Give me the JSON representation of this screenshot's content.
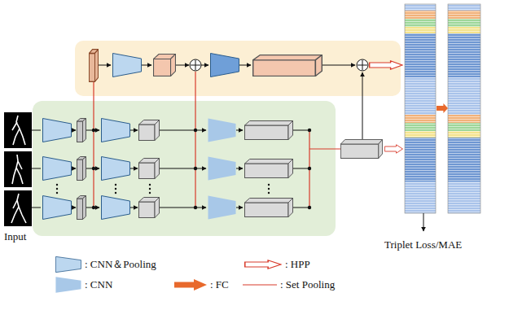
{
  "diagram": {
    "labels": [
      "Triplet Loss/MAE",
      "Input"
    ],
    "legend": [
      {
        "text": ": CNN＆Pooling"
      },
      {
        "text": ": HPP"
      },
      {
        "text": ": CNN"
      },
      {
        "text": ": FC"
      },
      {
        "text": ": Set Pooling"
      }
    ]
  }
}
